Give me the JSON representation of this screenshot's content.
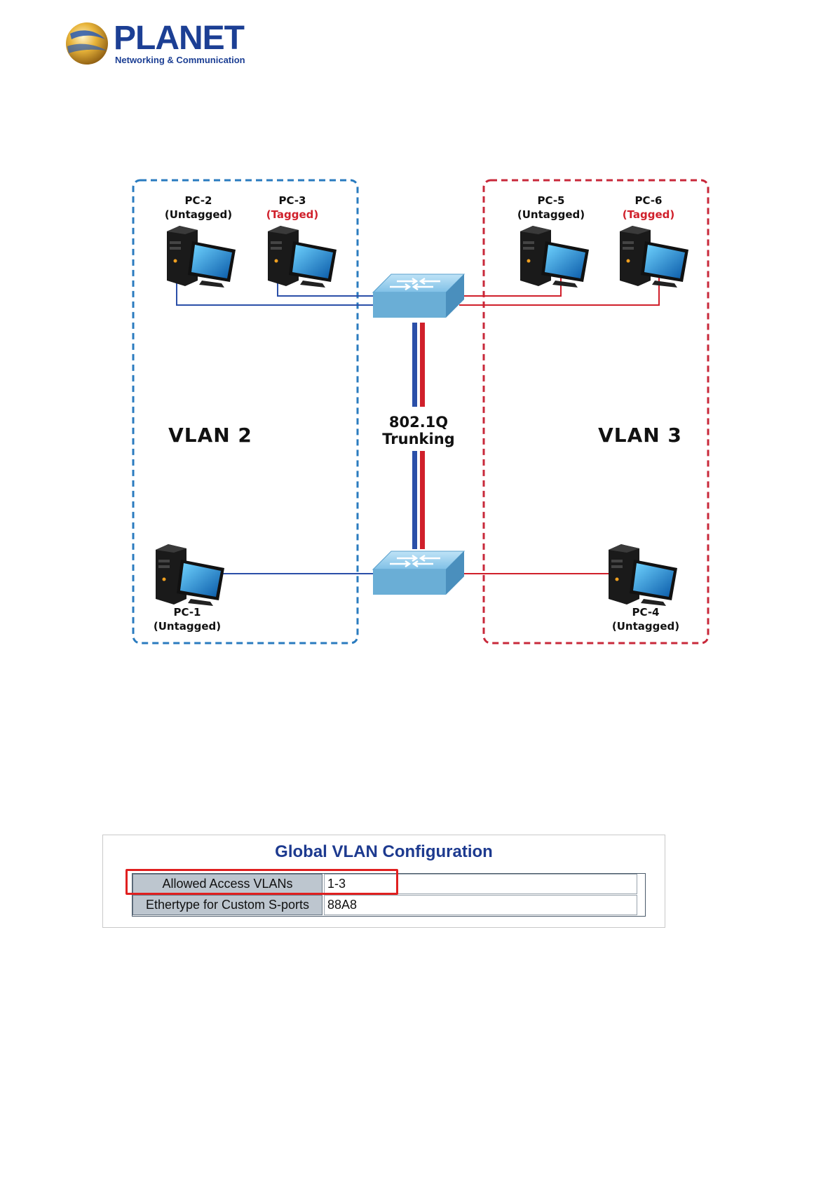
{
  "logo": {
    "brand": "PLANET",
    "tagline": "Networking & Communication",
    "colors": {
      "brand_blue": "#1c3f94",
      "globe_gold": "#e0a82a"
    }
  },
  "diagram": {
    "vlan_left": {
      "label": "VLAN 2",
      "border_color": "#2a7bbf",
      "pcs": [
        {
          "name": "PC-2",
          "mode": "(Untagged)"
        },
        {
          "name": "PC-3",
          "mode": "(Tagged)"
        },
        {
          "name": "PC-1",
          "mode": "(Untagged)"
        }
      ]
    },
    "vlan_right": {
      "label": "VLAN 3",
      "border_color": "#c8283a",
      "pcs": [
        {
          "name": "PC-5",
          "mode": "(Untagged)"
        },
        {
          "name": "PC-6",
          "mode": "(Tagged)"
        },
        {
          "name": "PC-4",
          "mode": "(Untagged)"
        }
      ]
    },
    "trunk": {
      "line1": "802.1Q",
      "line2": "Trunking"
    },
    "colors": {
      "blue_link": "#2b4fa8",
      "red_link": "#d0202b",
      "tagged_text": "#d0202b"
    }
  },
  "config_panel": {
    "title": "Global VLAN Configuration",
    "rows": [
      {
        "key": "Allowed Access VLANs",
        "value": "1-3"
      },
      {
        "key": "Ethertype for Custom S-ports",
        "value": "88A8"
      }
    ],
    "highlight_color": "#e02020"
  }
}
